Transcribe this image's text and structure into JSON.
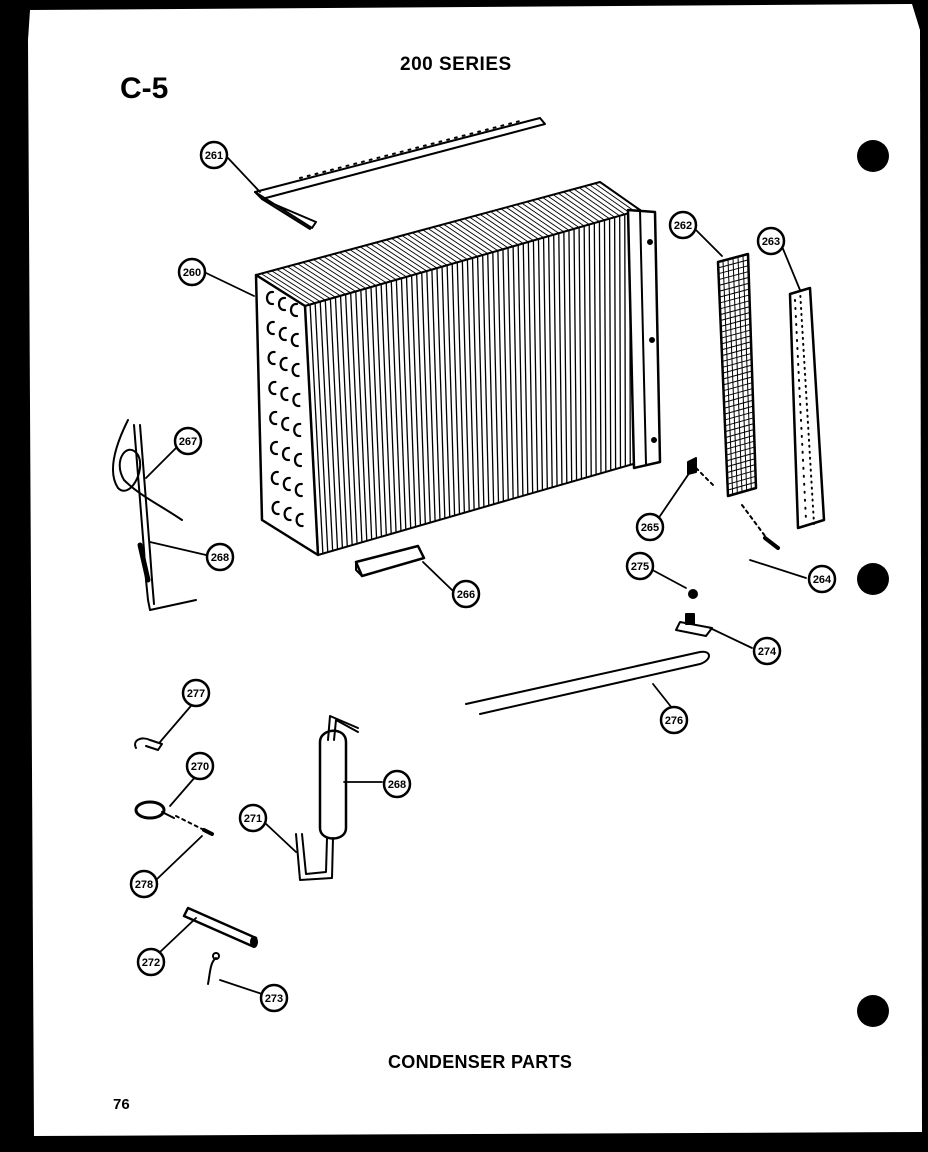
{
  "page": {
    "series": "200 SERIES",
    "code": "C-5",
    "caption": "CONDENSER PARTS",
    "number": "76"
  },
  "callouts": [
    "260",
    "261",
    "262",
    "263",
    "264",
    "265",
    "266",
    "267",
    "268",
    "268",
    "270",
    "271",
    "272",
    "273",
    "274",
    "275",
    "276",
    "277",
    "278"
  ],
  "colors": {
    "paper": "#ffffff",
    "ink": "#000000",
    "background": "#000000"
  }
}
